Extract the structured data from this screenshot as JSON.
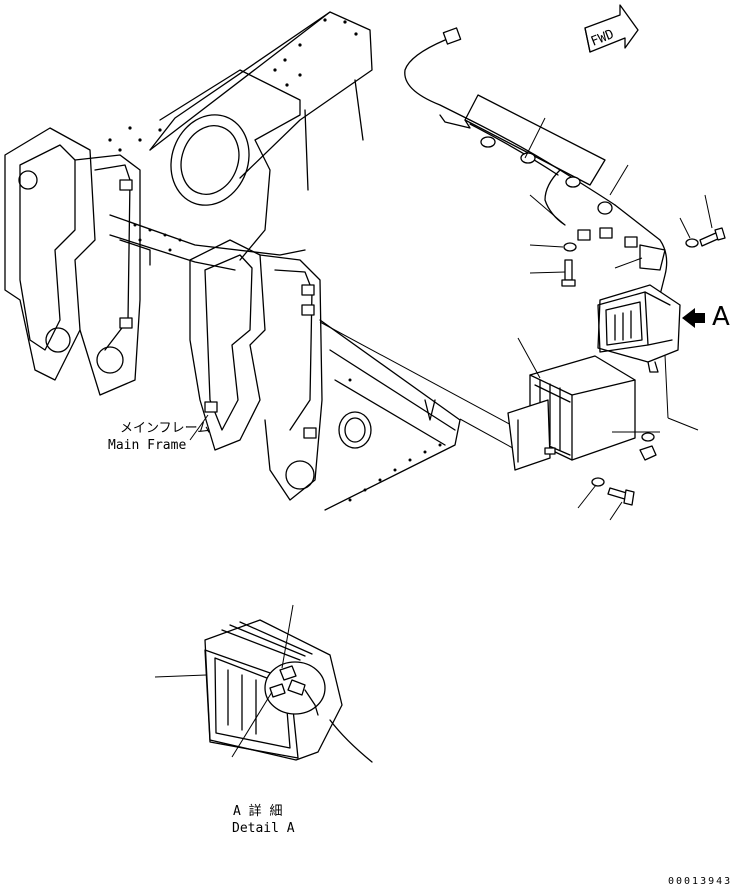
{
  "labels": {
    "fwd": "FWD",
    "view_marker": "A",
    "main_frame_jp": "メインフレーム",
    "main_frame_en": "Main Frame",
    "detail_jp": "A 詳 細",
    "detail_en": "Detail A",
    "drawing_number": "00013943"
  },
  "colors": {
    "line": "#000000",
    "background": "#ffffff"
  },
  "icons": {
    "direction": "fwd-arrow-icon",
    "view": "view-arrow-icon"
  }
}
